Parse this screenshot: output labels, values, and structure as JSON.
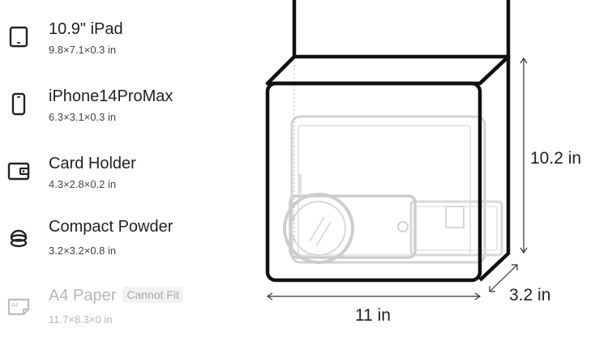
{
  "items": [
    {
      "name": "10.9\" iPad",
      "dims": "9.8×7.1×0.3 in",
      "icon": "tablet-icon"
    },
    {
      "name": "iPhone14ProMax",
      "dims": "6.3×3.1×0.3 in",
      "icon": "phone-icon"
    },
    {
      "name": "Card Holder",
      "dims": "4.3×2.8×0.2 in",
      "icon": "wallet-icon"
    },
    {
      "name": "Compact Powder",
      "dims": "3.2×3.2×0.8 in",
      "icon": "compact-icon"
    },
    {
      "name": "A4 Paper",
      "dims": "11.7×8.3×0 in",
      "icon": "paper-icon",
      "badge": "Cannot Fit",
      "icon_text": "A4"
    }
  ],
  "diagram": {
    "height_label": "10.2 in",
    "width_label": "11 in",
    "depth_label": "3.2 in"
  }
}
